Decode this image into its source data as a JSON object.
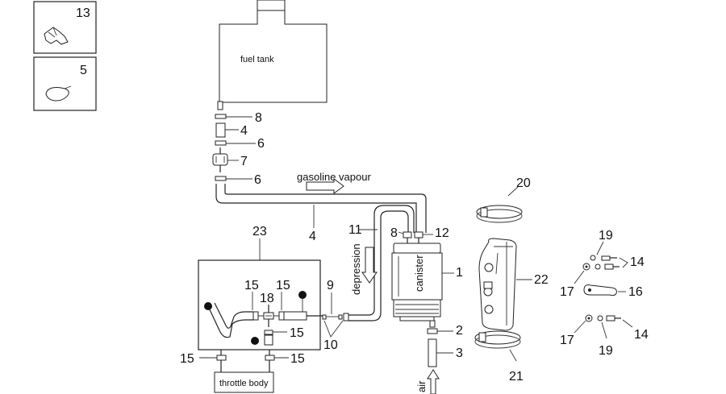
{
  "labels": {
    "fuel_tank": "fuel tank",
    "gasoline_vapour": "gasoline vapour",
    "depression": "depression",
    "canister": "canister",
    "throttle_body": "throttle body",
    "air": "air"
  },
  "callouts": {
    "c13": "13",
    "c5": "5",
    "c8a": "8",
    "c4a": "4",
    "c6a": "6",
    "c7": "7",
    "c6b": "6",
    "c4b": "4",
    "c23": "23",
    "c11": "11",
    "c8b": "8",
    "c12": "12",
    "c1": "1",
    "c15a": "15",
    "c15b": "15",
    "c18": "18",
    "c9": "9",
    "c15c": "15",
    "c10": "10",
    "c15d": "15",
    "c15e": "15",
    "c2": "2",
    "c3": "3",
    "c20": "20",
    "c22": "22",
    "c21": "21",
    "c19a": "19",
    "c14a": "14",
    "c17a": "17",
    "c16": "16",
    "c17b": "17",
    "c19b": "19",
    "c14b": "14"
  }
}
